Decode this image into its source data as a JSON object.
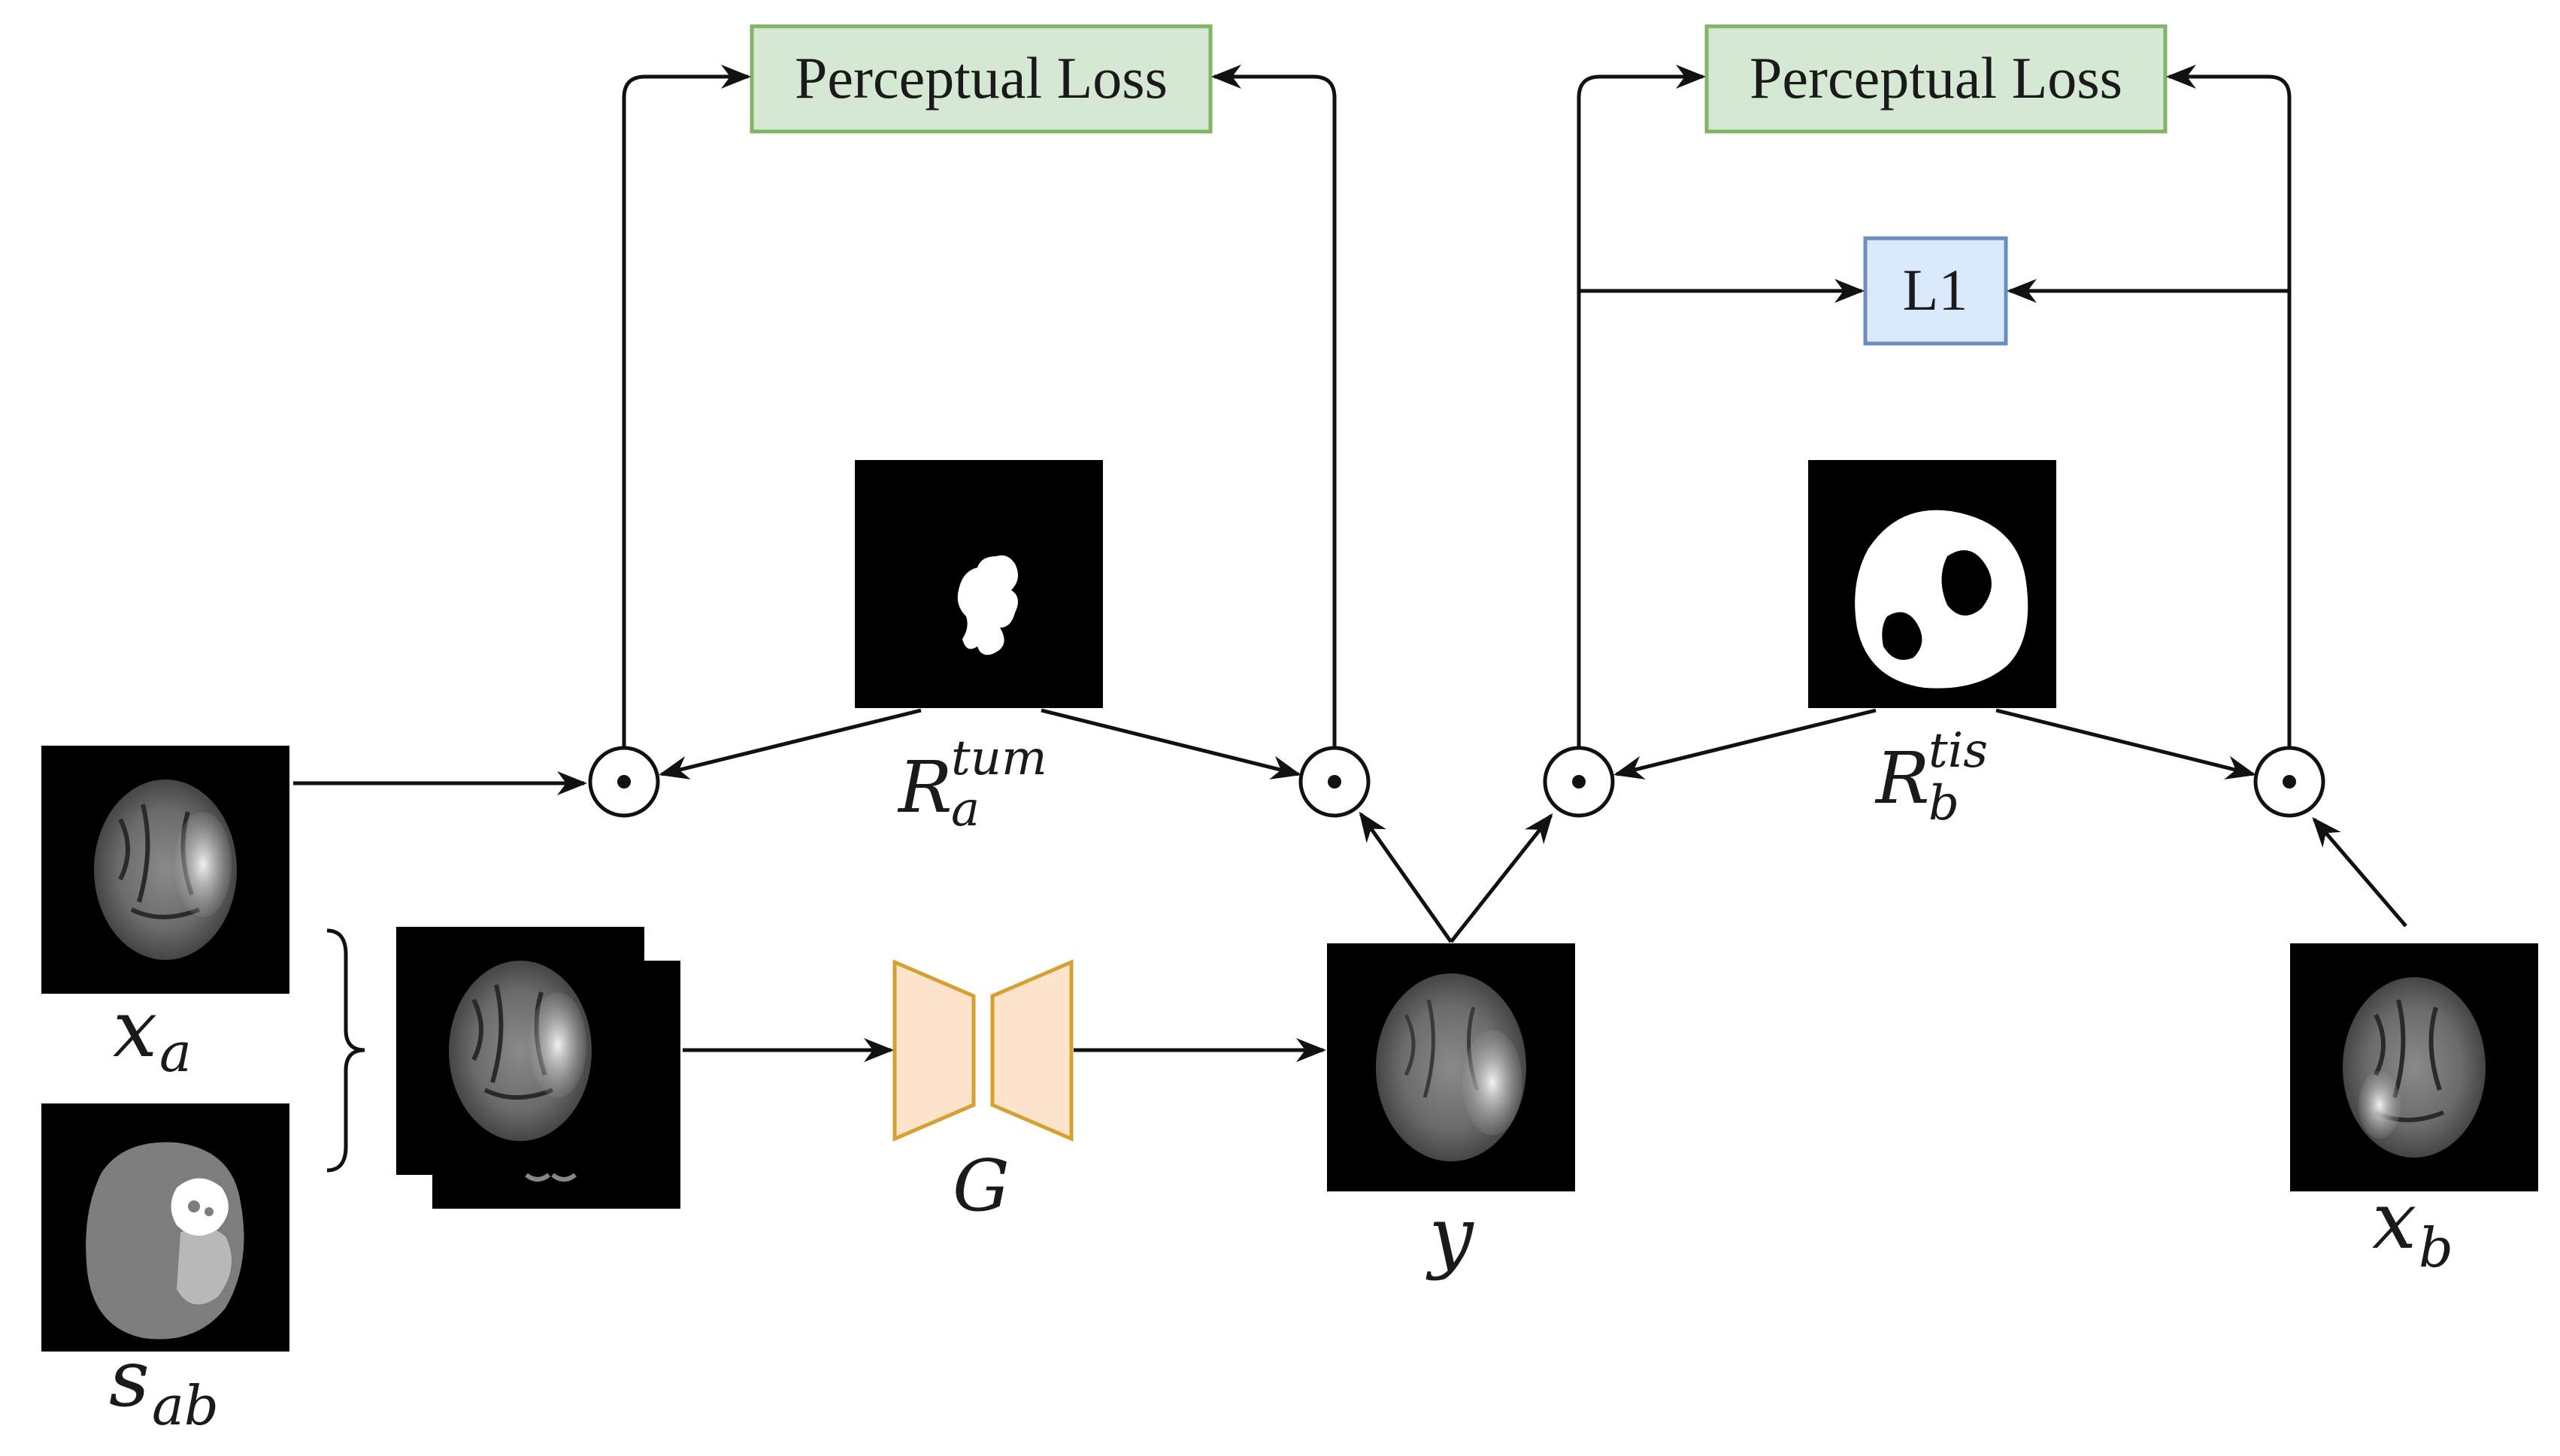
{
  "colors": {
    "loss_fill": "#d5e8d4",
    "loss_stroke": "#82b366",
    "l1_fill": "#dae8fc",
    "l1_stroke": "#6c8ebf",
    "generator_fill": "#fde3cc",
    "generator_stroke": "#d6a031",
    "image_bg": "#000000",
    "edge": "#111111"
  },
  "boxes": {
    "perceptual_loss_left": "Perceptual Loss",
    "perceptual_loss_right": "Perceptual Loss",
    "l1": "L1"
  },
  "labels": {
    "x_a": {
      "base": "x",
      "sub": "a"
    },
    "s_ab": {
      "base": "s",
      "sub": "ab"
    },
    "generator": "G",
    "y": "y",
    "x_b": {
      "base": "x",
      "sub": "b"
    },
    "r_tum": {
      "base": "R",
      "sup": "tum",
      "sub": "a"
    },
    "r_tis": {
      "base": "R",
      "sup": "tis",
      "sub": "b"
    }
  },
  "operators": {
    "hadamard_icon": "circled-dot-icon"
  },
  "images": {
    "x_a": "brain-mri-flair-image",
    "s_ab": "brain-segmentation-map-image",
    "stacked_input": "stacked-input-image",
    "r_tum": "tumor-mask-image",
    "r_tis": "tissue-mask-image",
    "y": "generated-brain-image",
    "x_b": "target-brain-mri-image"
  }
}
